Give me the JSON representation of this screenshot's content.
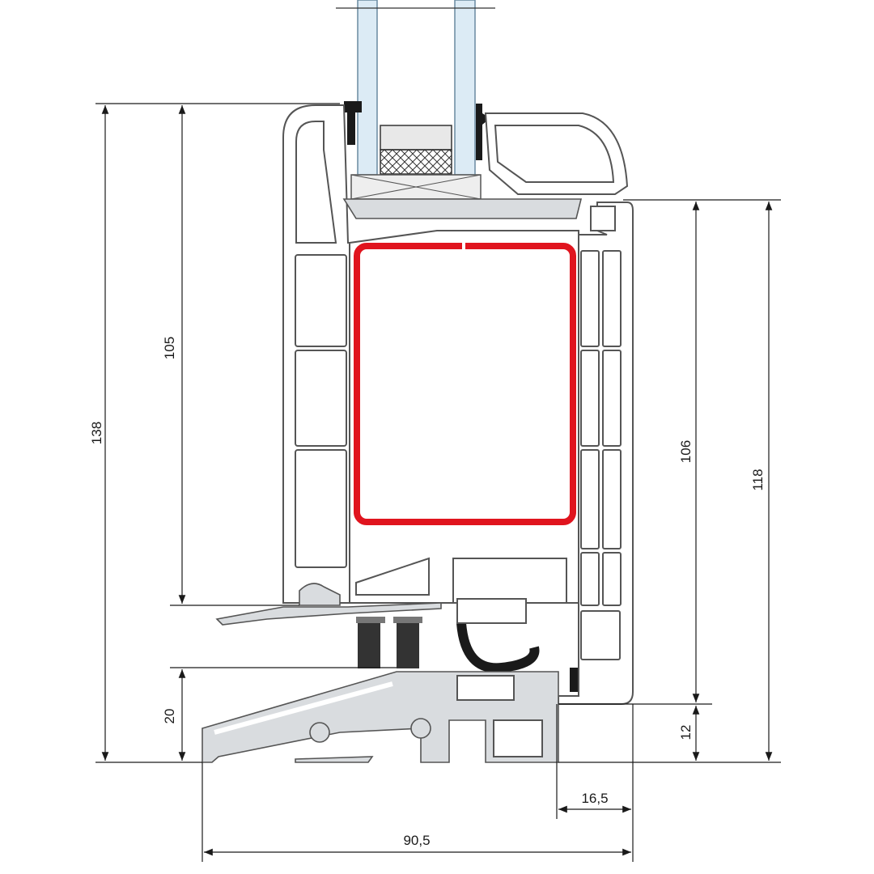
{
  "drawing": {
    "title": "Window sill profile cross-section",
    "dimensions": {
      "total_height_left": "138",
      "sash_height": "105",
      "sill_height": "20",
      "frame_height_right": "106",
      "total_height_right": "118",
      "bottom_offset": "12",
      "right_overhang": "16,5",
      "total_width": "90,5"
    },
    "colors": {
      "reinforcement": "#e0141e",
      "glass": "#dcebf5",
      "profile_outline": "#555555",
      "sill_fill": "#d9dcdf"
    }
  }
}
